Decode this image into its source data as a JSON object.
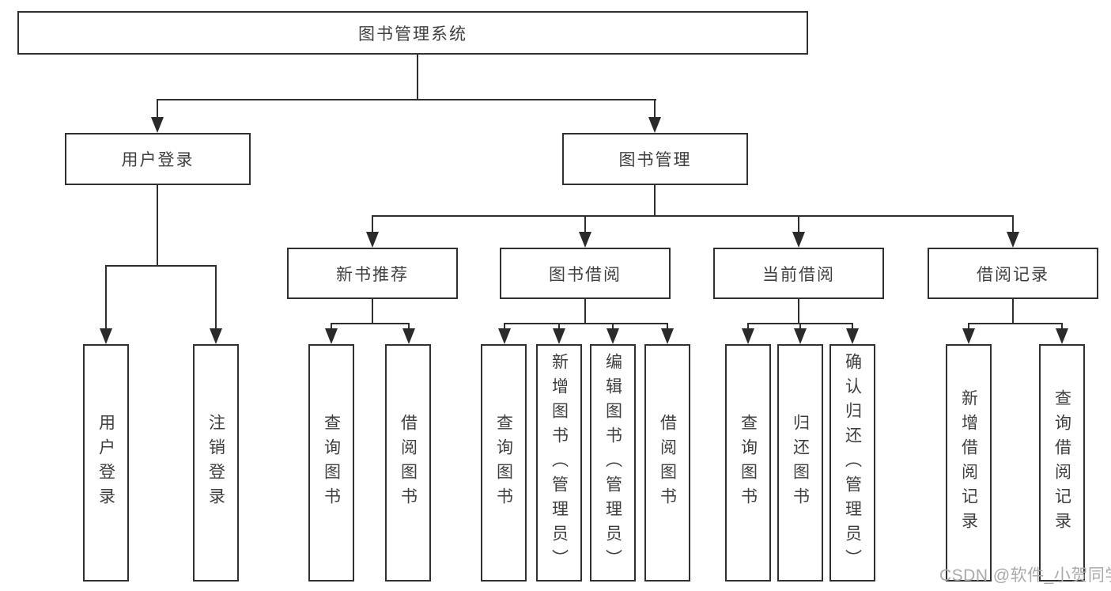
{
  "diagram": {
    "root": "图书管理系统",
    "branches": {
      "user_login": "用户登录",
      "book_mgmt": "图书管理"
    },
    "modules": {
      "new_books": "新书推荐",
      "book_borrow": "图书借阅",
      "current_borrow": "当前借阅",
      "borrow_records": "借阅记录"
    },
    "leaves": {
      "login": "用户登录",
      "logout": "注销登录",
      "nb_query": "查询图书",
      "nb_borrow": "借阅图书",
      "bb_query": "查询图书",
      "bb_add": "新增图书（管理员）",
      "bb_edit": "编辑图书（管理员）",
      "bb_borrow": "借阅图书",
      "cb_query": "查询图书",
      "cb_return": "归还图书",
      "cb_confirm": "确认归还（管理员）",
      "br_add": "新增借阅记录",
      "br_query": "查询借阅记录"
    }
  },
  "watermark": "CSDN @软件_小贺同学",
  "colors": {
    "line": "#2f2f2f",
    "box_border": "#303030",
    "text": "#3f3f3f",
    "watermark": "#aaaaaa",
    "background": "#ffffff"
  }
}
